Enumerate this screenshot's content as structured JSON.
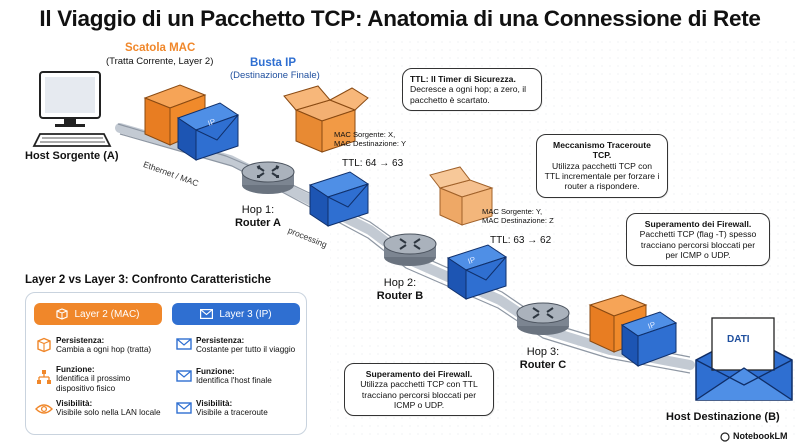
{
  "title": "Il Viaggio di un Pacchetto TCP: Anatomia di una Connessione di Rete",
  "labels": {
    "scatola_mac": "Scatola MAC",
    "scatola_mac_sub": "(Tratta Corrente, Layer 2)",
    "busta_ip": "Busta IP",
    "busta_ip_sub": "(Destinazione Finale)",
    "host_source": "Host Sorgente (A)",
    "host_dest": "Host Destinazione (B)",
    "ethernet_mac": "Ethernet / MAC",
    "processing": "processing",
    "hop1_a": "Hop 1:",
    "hop1_b": "Router A",
    "hop2_a": "Hop 2:",
    "hop2_b": "Router B",
    "hop3_a": "Hop 3:",
    "hop3_b": "Router C",
    "ip_text": "IP",
    "dati": "DATI",
    "mac1_line1": "MAC Sorgente: X,",
    "mac1_line2": "MAC Destinazione: Y",
    "mac2_line1": "MAC Sorgente: Y,",
    "mac2_line2": "MAC Destinazione: Z",
    "ttl1": "TTL: 64 → 63",
    "ttl2": "TTL: 63 → 62",
    "notebooklm": "NotebookLM"
  },
  "callouts": {
    "ttl_title": "TTL: Il Timer di Sicurezza.",
    "ttl_body": "Decresce a ogni hop; a zero, il pacchetto è scartato.",
    "traceroute_title": "Meccanismo Traceroute TCP.",
    "traceroute_body": "Utilizza pacchetti TCP con TTL incrementale per forzare i router a rispondere.",
    "firewall_right_title": "Superamento dei Firewall.",
    "firewall_right_body": "Pacchetti TCP (flag -T) spesso tracciano percorsi bloccati per per ICMP o UDP.",
    "firewall_bottom_title": "Superamento dei Firewall.",
    "firewall_bottom_body": "Utilizza pacchetti TCP con TTL tracciano percorsi bloccati per ICMP o UDP."
  },
  "comparison": {
    "title": "Layer 2 vs Layer 3: Confronto Caratteristiche",
    "col_l2": "Layer 2 (MAC)",
    "col_l3": "Layer 3 (IP)",
    "rows": [
      {
        "head": "Persistenza:",
        "l2": "Cambia a ogni hop (tratta)",
        "l3": "Costante per tutto il viaggio"
      },
      {
        "head": "Funzione:",
        "l2": "Identifica il prossimo dispositivo fisico",
        "l3": "Identifica l'host finale"
      },
      {
        "head": "Visibilità:",
        "l2": "Visibile solo nella LAN locale",
        "l3": "Visibile a traceroute"
      }
    ]
  },
  "colors": {
    "orange": "#f0872a",
    "blue": "#2f6fd1",
    "dark_blue": "#1f4f9e",
    "router": "#7c8591"
  }
}
